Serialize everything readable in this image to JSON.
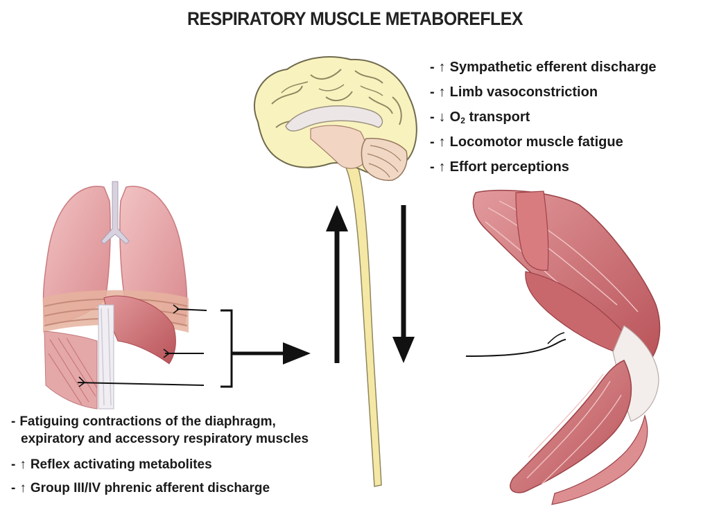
{
  "title": "RESPIRATORY MUSCLE METABOREFLEX",
  "effects": [
    {
      "dash": "-",
      "arrow": "↑",
      "text": "Sympathetic efferent discharge"
    },
    {
      "dash": "-",
      "arrow": "↑",
      "text": "Limb vasoconstriction"
    },
    {
      "dash": "-",
      "arrow": "↓",
      "text_pre": "O",
      "text_sub": "2",
      "text_post": " transport"
    },
    {
      "dash": "-",
      "arrow": "↑",
      "text": "Locomotor muscle fatigue"
    },
    {
      "dash": "-",
      "arrow": "↑",
      "text": "Effort perceptions"
    }
  ],
  "causes": [
    {
      "dash": "-",
      "line1": "Fatiguing contractions of the diaphragm,",
      "line2": "expiratory and accessory respiratory muscles"
    },
    {
      "dash": "-",
      "arrow": "↑",
      "text": "Reflex activating metabolites"
    },
    {
      "dash": "-",
      "arrow": "↑",
      "text": "Group III/IV phrenic afferent discharge"
    }
  ],
  "icons": {
    "lungs": "lungs-diaphragm-illustration",
    "brain": "brain-spinal-cord-illustration",
    "leg": "leg-muscle-illustration"
  },
  "colors": {
    "lung": "#e8a6a9",
    "muscle": "#c45f62",
    "brain": "#f8f2bf",
    "spine": "#f5e8a4",
    "arrow": "#000000"
  }
}
